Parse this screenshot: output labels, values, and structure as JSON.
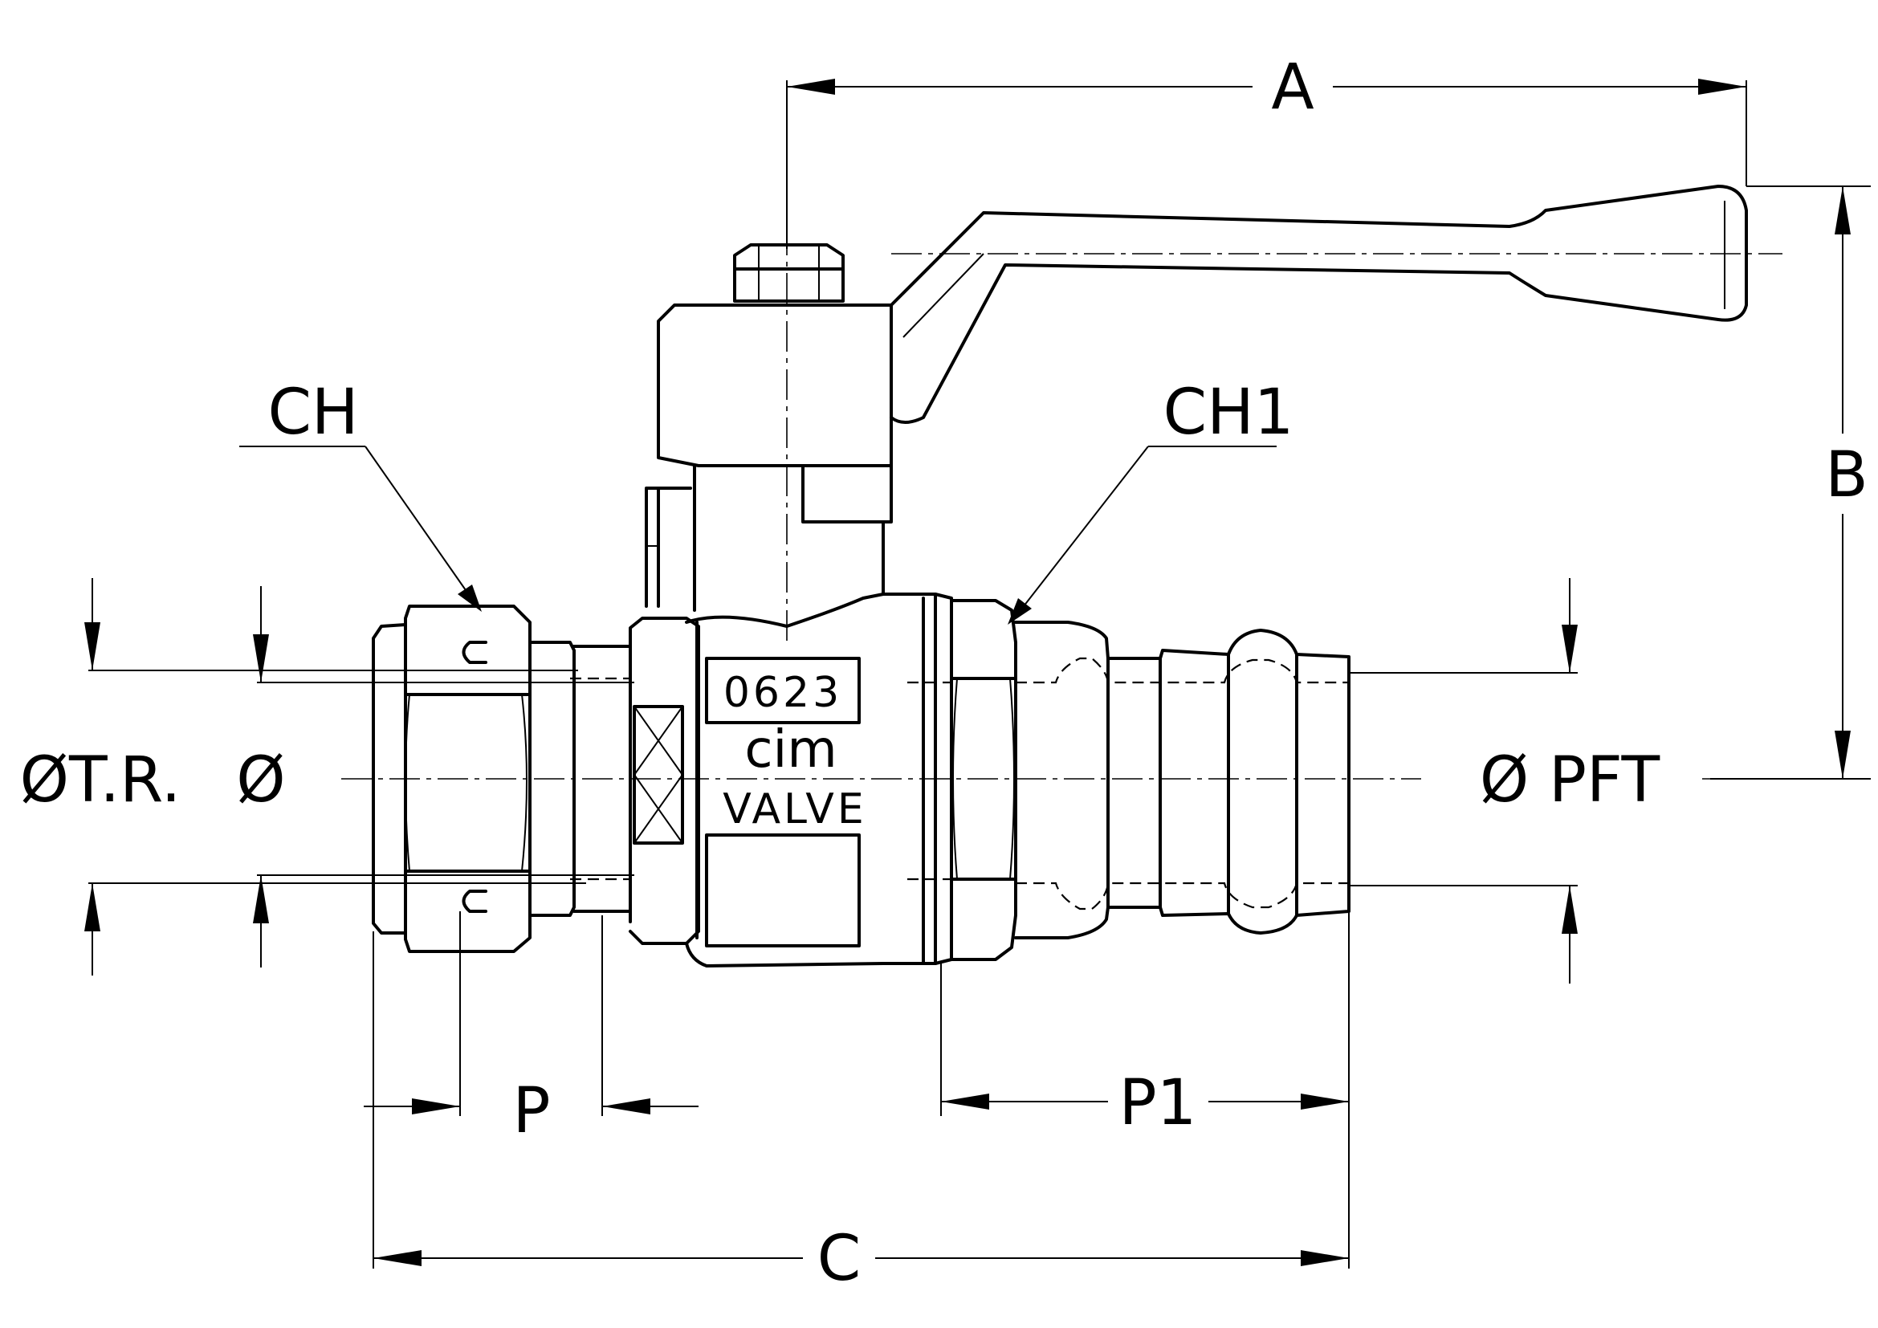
{
  "drawing": {
    "body_marking": {
      "code": "0623",
      "brand": "cim",
      "word": "VALVE"
    },
    "dimension_labels": {
      "overall_width": "A",
      "overall_height": "B",
      "overall_length": "C",
      "hex_compression_nut": "CH",
      "hex_body": "CH1",
      "insertion_depth": "P",
      "insertion_depth_press": "P1",
      "tube_diameter_label": "ØT.R.",
      "inner_diameter": "Ø",
      "press_diameter": "Ø PFT"
    }
  }
}
